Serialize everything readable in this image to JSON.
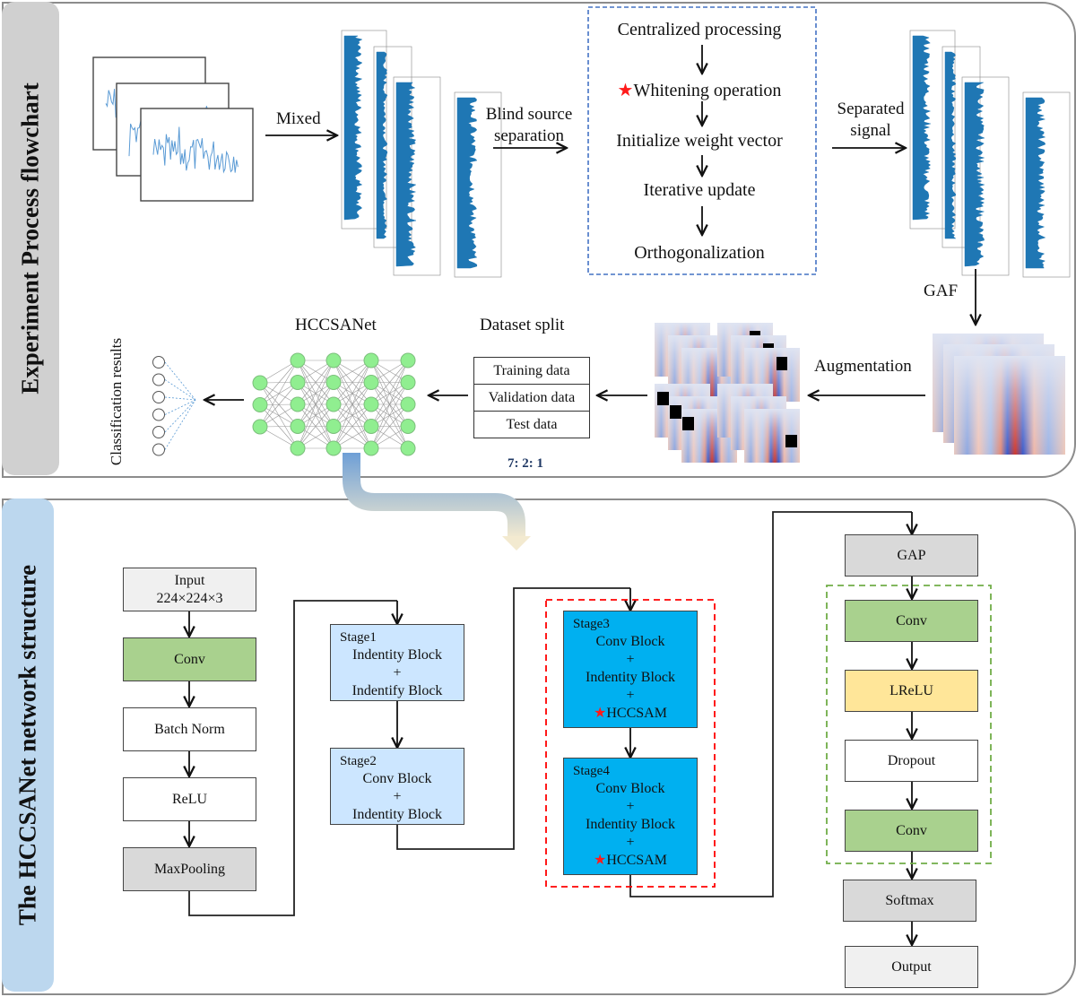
{
  "panels": {
    "top": {
      "title": "Experiment Process flowchart",
      "tab_color": "#d0d0d0"
    },
    "bottom": {
      "title": "The HCCSANet network structure",
      "tab_color": "#bcd7ee"
    }
  },
  "flow": {
    "mixed_label": "Mixed",
    "bss_label_line1": "Blind source",
    "bss_label_line2": "separation",
    "ica_steps": [
      {
        "label": "Centralized processing",
        "starred": false
      },
      {
        "label": "Whitening operation",
        "starred": true
      },
      {
        "label": "Initialize weight vector",
        "starred": false
      },
      {
        "label": "Iterative update",
        "starred": false
      },
      {
        "label": "Orthogonalization",
        "starred": false
      }
    ],
    "separated_label_line1": "Separated",
    "separated_label_line2": "signal",
    "gaf_label": "GAF",
    "augmentation_label": "Augmentation",
    "dataset_split_title": "Dataset split",
    "dataset_split_rows": [
      "Training data",
      "Validation data",
      "Test data"
    ],
    "split_ratio": "7: 2: 1",
    "model_label": "HCCSANet",
    "classification_label": "Classification results",
    "star_glyph": "★"
  },
  "network": {
    "left_column": [
      {
        "line1": "Input",
        "line2": "224×224×3",
        "color": "#f0f0f0"
      },
      {
        "line1": "Conv",
        "color": "#a9d18e"
      },
      {
        "line1": "Batch Norm",
        "color": "#ffffff"
      },
      {
        "line1": "ReLU",
        "color": "#ffffff"
      },
      {
        "line1": "MaxPooling",
        "color": "#d9d9d9"
      }
    ],
    "stages": [
      {
        "title": "Stage1",
        "lines": [
          "Indentity Block",
          "+",
          "Indentify Block"
        ],
        "color": "#cce6ff"
      },
      {
        "title": "Stage2",
        "lines": [
          "Conv Block",
          "+",
          "Indentity Block"
        ],
        "color": "#cce6ff"
      },
      {
        "title": "Stage3",
        "lines": [
          "Conv Block",
          "+",
          "Indentity Block",
          "+"
        ],
        "starred": "HCCSAM",
        "color": "#00b0f0"
      },
      {
        "title": "Stage4",
        "lines": [
          "Conv Block",
          "+",
          "Indentity Block",
          "+"
        ],
        "starred": "HCCSAM",
        "color": "#00b0f0"
      }
    ],
    "head_column": [
      {
        "label": "GAP",
        "color": "#d9d9d9"
      },
      {
        "label": "Conv",
        "color": "#a9d18e"
      },
      {
        "label": "LReLU",
        "color": "#ffe699"
      },
      {
        "label": "Dropout",
        "color": "#ffffff"
      },
      {
        "label": "Conv",
        "color": "#a9d18e"
      },
      {
        "label": "Softmax",
        "color": "#d9d9d9"
      },
      {
        "label": "Output",
        "color": "#f0f0f0"
      }
    ]
  },
  "colors": {
    "signal_blue": "#1f77b4",
    "ica_border": "#4472c4",
    "stage_group_border": "#ff0000",
    "head_group_border": "#70ad47",
    "node_green": "#90ee90",
    "ratio_text": "#1f3864"
  }
}
